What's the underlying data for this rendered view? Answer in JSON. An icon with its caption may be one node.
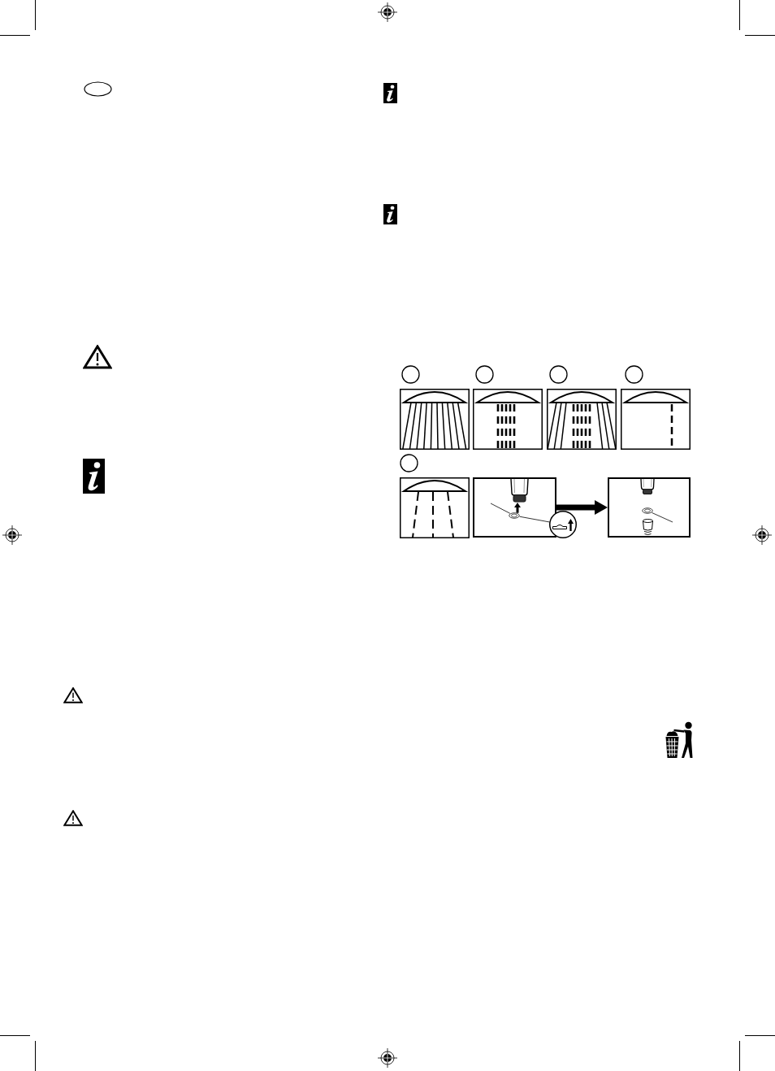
{
  "diagram": {
    "nodes": [
      {
        "text": [],
        "shape": "picture"
      },
      {
        "text": [],
        "shape": "cylinder",
        "in": 0
      },
      {
        "text": [],
        "shape": "circle",
        "in": 0
      },
      {
        "text": [],
        "shape": "circle"
      },
      {
        "text": [],
        "shape": "picture"
      },
      {
        "text": [],
        "shape": "circle",
        "in": 4
      }
    ],
    "edges": [
      {
        "from": 0,
        "to": 4,
        "arrow": "to",
        "style": "thick"
      },
      {
        "from": 2,
        "to": 1,
        "arrow": "to",
        "style": "thick"
      },
      {
        "from": 2,
        "to": 3,
        "arrow": "none"
      },
      {
        "from": null,
        "to": 2,
        "arrow": "none"
      },
      {
        "from": 5,
        "to": null,
        "arrow": "none"
      }
    ]
  }
}
